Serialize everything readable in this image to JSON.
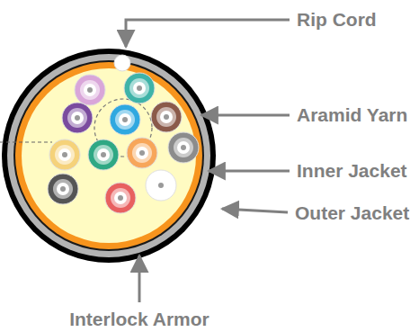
{
  "diagram": {
    "labels": [
      "Rip Cord",
      "Aramid Yarn",
      "Inner Jacket",
      "Outer Jacket",
      "Interlock Armor"
    ]
  }
}
